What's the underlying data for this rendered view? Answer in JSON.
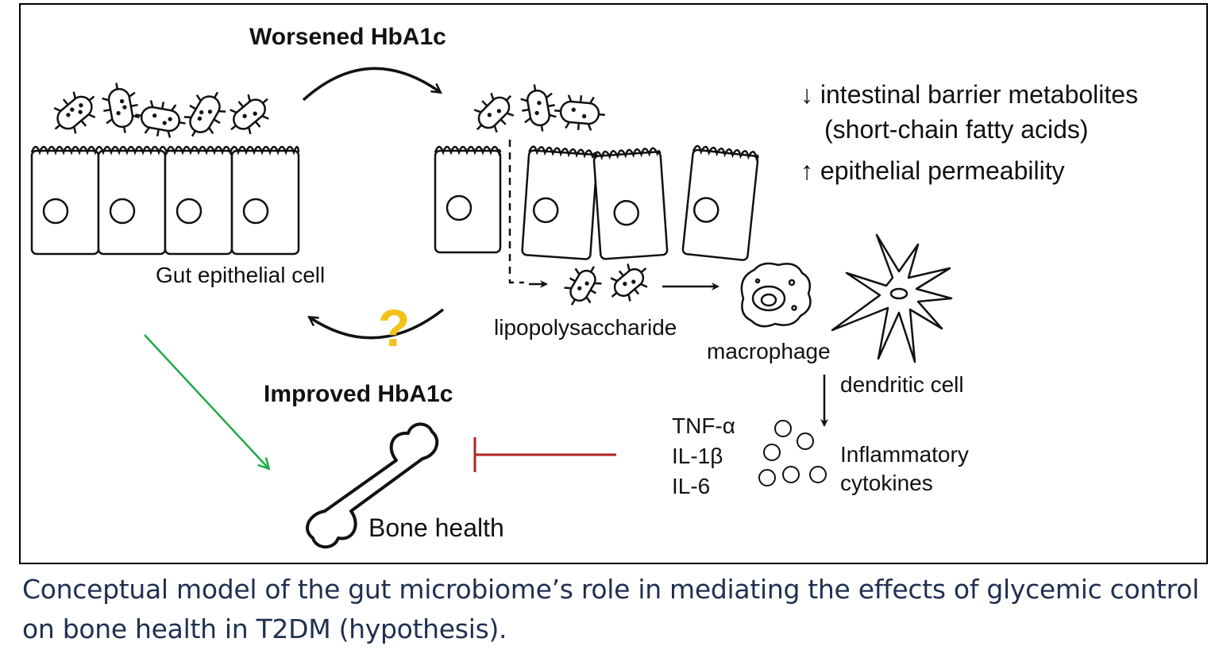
{
  "diagram": {
    "worsened_label": "Worsened HbA1c",
    "improved_label": "Improved HbA1c",
    "gut_cell_label": "Gut epithelial cell",
    "lps_label": "lipopolysaccharide",
    "macrophage_label": "macrophage",
    "dendritic_label": "dendritic cell",
    "effects": {
      "line1": "↓ intestinal barrier metabolites",
      "line2": "(short-chain fatty acids)",
      "line3": "↑ epithelial permeability"
    },
    "cytokines": [
      "TNF-α",
      "IL-1β",
      "IL-6"
    ],
    "inflammatory_label_1": "Inflammatory",
    "inflammatory_label_2": "cytokines",
    "bone_label": "Bone health",
    "question_mark": "?",
    "colors": {
      "question": "#f2c21b",
      "promote_arrow": "#1faa4a",
      "inhibit_line": "#b22222"
    }
  },
  "caption": "Conceptual model of the gut microbiome’s role in mediating the effects of glycemic control on bone health in T2DM (hypothesis)."
}
